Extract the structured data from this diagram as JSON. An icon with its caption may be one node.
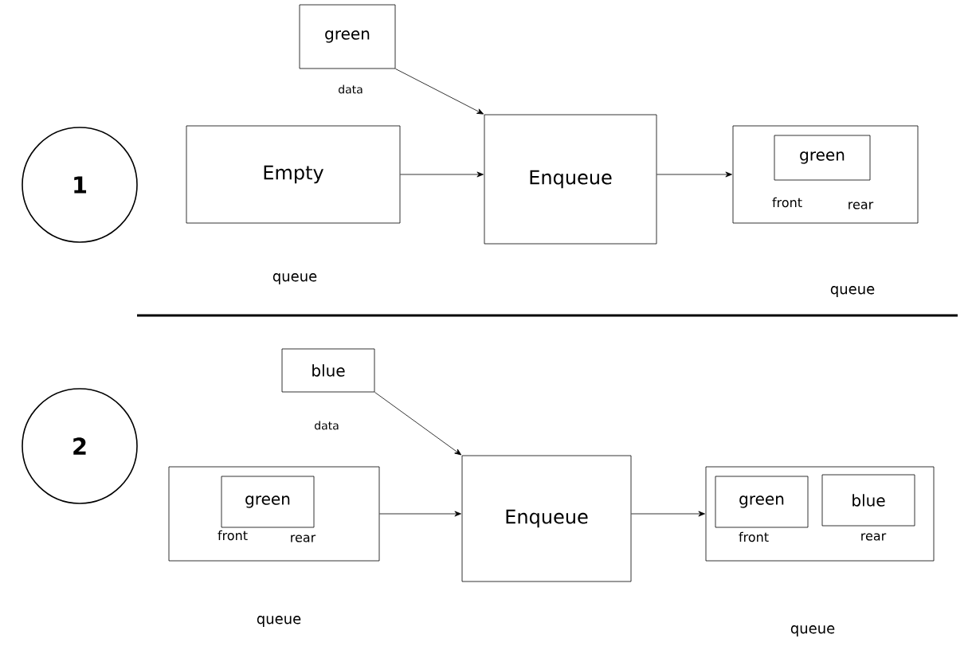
{
  "diagram": {
    "nodes": [
      {
        "text": [
          "1"
        ]
      },
      {
        "text": [
          "green"
        ],
        "beside": [
          "data"
        ]
      },
      {
        "text": [
          "Empty"
        ],
        "beside": [
          "queue"
        ]
      },
      {
        "text": [
          "Enqueue"
        ]
      },
      {
        "text": [
          "front",
          "rear"
        ]
      },
      {
        "text": [
          "green"
        ],
        "in": 4
      },
      {
        "text": [
          "2"
        ]
      },
      {
        "text": [
          "blue"
        ],
        "beside": [
          "data"
        ]
      },
      {
        "text": [
          "front",
          "rear"
        ],
        "beside": [
          "queue"
        ]
      },
      {
        "text": [
          "green"
        ],
        "in": 8
      },
      {
        "text": [
          "Enqueue"
        ]
      },
      {
        "text": [
          "front",
          "rear"
        ]
      },
      {
        "text": [
          "green"
        ],
        "in": 11
      },
      {
        "text": [
          "blue"
        ],
        "in": 11
      }
    ],
    "edges": [
      {
        "from": 1,
        "to": 3,
        "arrow": "to"
      },
      {
        "from": 2,
        "to": 3,
        "arrow": "to"
      },
      {
        "from": 3,
        "to": 4,
        "arrow": "to"
      },
      {
        "from": 7,
        "to": 10,
        "arrow": "to"
      },
      {
        "from": 8,
        "to": 10,
        "arrow": "to"
      },
      {
        "from": 10,
        "to": 11,
        "arrow": "to"
      }
    ],
    "labels": [
      "queue",
      "queue"
    ]
  }
}
